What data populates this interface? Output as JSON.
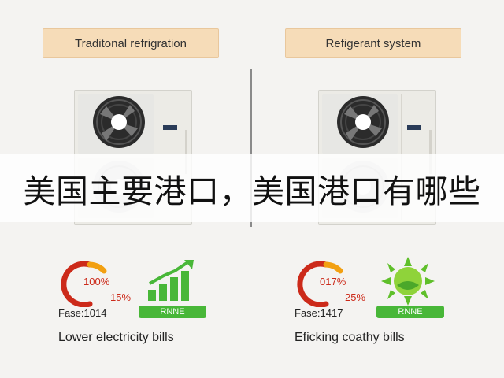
{
  "left": {
    "title": "Traditonal refrigration",
    "pct_main": "100%",
    "pct_sub": "15%",
    "fase": "Fase:1014",
    "badge": "RNNE",
    "caption": "Lower electricity bills"
  },
  "right": {
    "title": "Refigerant system",
    "pct_main": "017%",
    "pct_sub": "25%",
    "fase": "Fase:1417",
    "badge": "RNNE",
    "caption": "Eficking coathy bills"
  },
  "overlay_text": "美国主要港口，美国港口有哪些",
  "colors": {
    "accent_green": "#48b738",
    "gauge_red": "#cc2a1a",
    "gauge_orange": "#f2a012",
    "title_bg": "#f6dcb8"
  }
}
